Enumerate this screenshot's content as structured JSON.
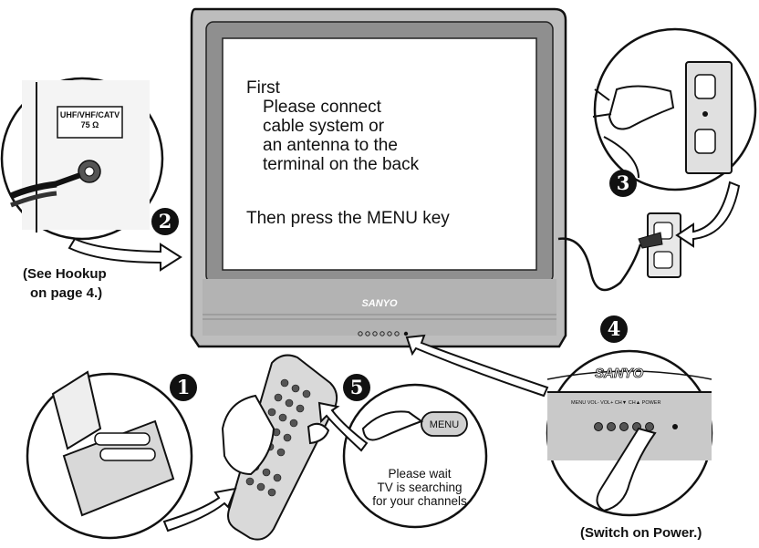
{
  "tv": {
    "brand": "SANYO",
    "screen_lines": [
      "First",
      "Please connect",
      "cable system or",
      "an antenna to the",
      "terminal on the back"
    ],
    "screen_instruction": "Then press the MENU key"
  },
  "antenna_panel": {
    "label_line1": "UHF/VHF/CATV",
    "label_line2": "75 Ω"
  },
  "captions": {
    "hookup_line1": "(See Hookup",
    "hookup_line2": "on page 4.)",
    "switch_power": "(Switch on Power.)"
  },
  "remote_bubble": {
    "menu_key": "MENU",
    "line1": "Please wait",
    "line2": "TV is searching",
    "line3": "for your channels"
  },
  "front_panel": {
    "brand": "SANYO",
    "labels": "MENU VOL- VOL+ CH▼ CH▲ POWER"
  },
  "steps": [
    "1",
    "2",
    "3",
    "4",
    "5"
  ],
  "colors": {
    "ink": "#111111",
    "tv_body": "#b9b9b9",
    "screen": "#ffffff",
    "paper": "#ffffff"
  }
}
